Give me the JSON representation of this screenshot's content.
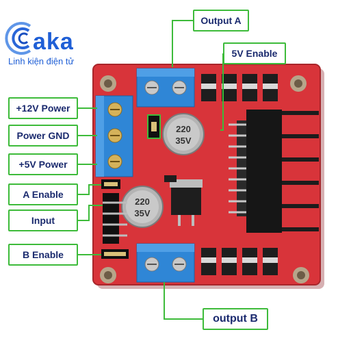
{
  "brand": {
    "logo_text": "aka",
    "tagline": "Linh kiện điện tử"
  },
  "labels": {
    "output_a": "Output A",
    "enable_5v": "5V Enable",
    "power_12v": "+12V Power",
    "power_gnd": "Power GND",
    "power_5v": "+5V Power",
    "a_enable": "A Enable",
    "input": "Input",
    "b_enable": "B Enable",
    "output_b": "output B"
  },
  "components": {
    "cap_top_text": [
      "220",
      "35V"
    ],
    "cap_bottom_text": [
      "220",
      "35V"
    ]
  },
  "colors": {
    "board": "#d8343a",
    "callout_border": "#3dbb3a",
    "callout_text": "#1a2a6e",
    "terminal_blue": "#2f86d6",
    "brand_blue": "#1f5fd6"
  }
}
